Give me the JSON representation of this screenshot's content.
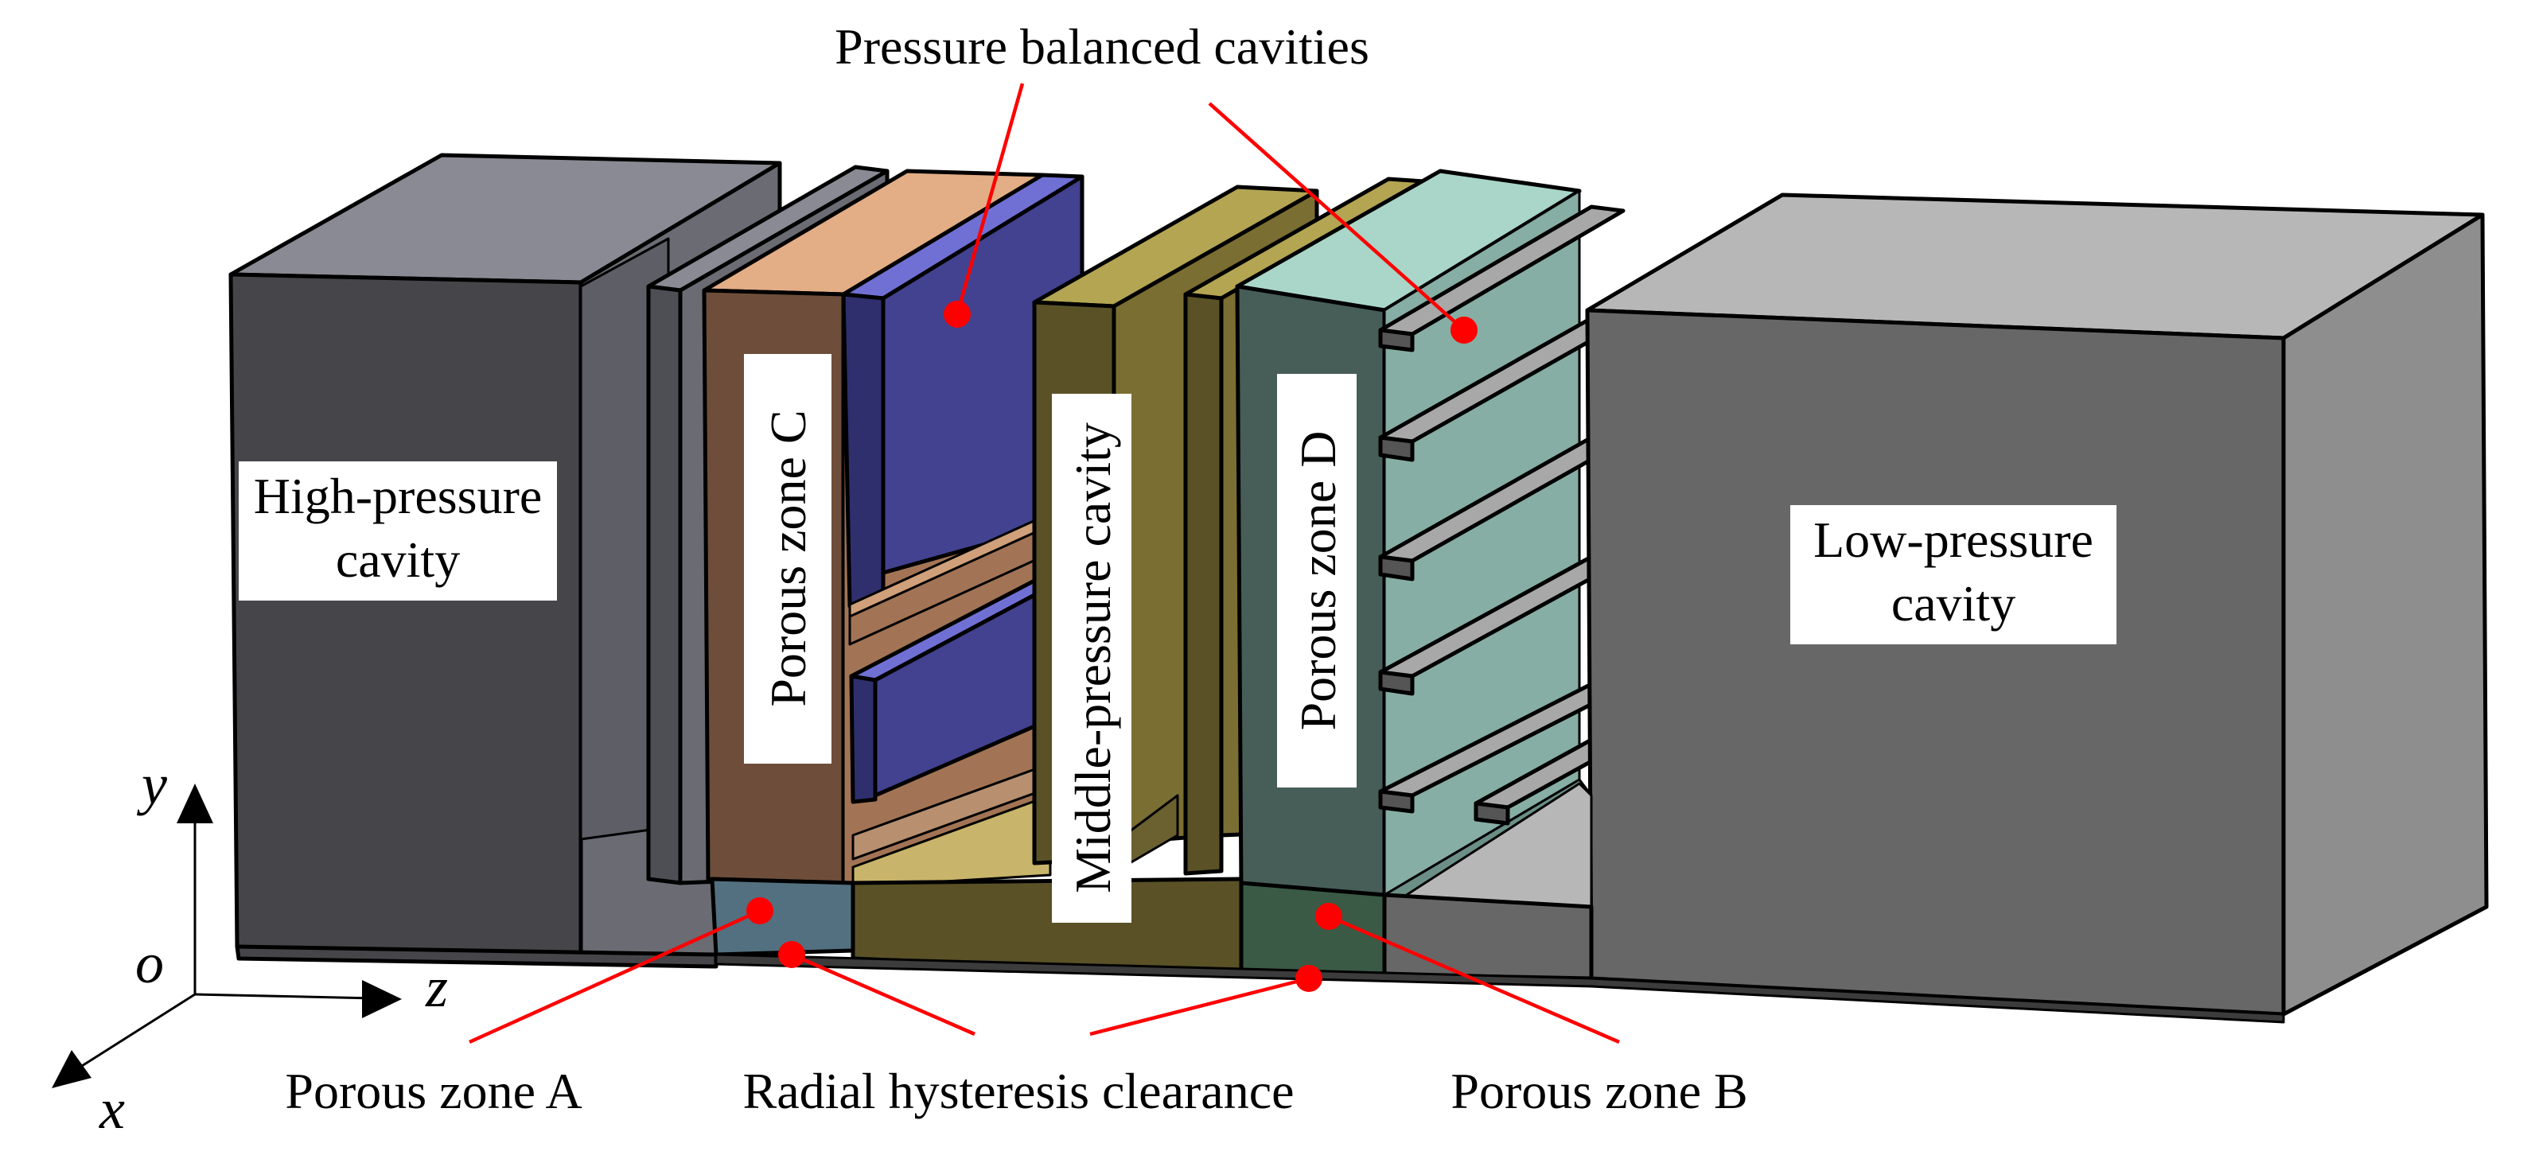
{
  "labels": {
    "top": "Pressure balanced cavities",
    "high_pressure_line1": "High-pressure",
    "high_pressure_line2": "cavity",
    "low_pressure_line1": "Low-pressure",
    "low_pressure_line2": "cavity",
    "porous_zone_c": "Porous zone C",
    "porous_zone_d": "Porous zone D",
    "middle_pressure": "Middle-pressure cavity",
    "porous_zone_a": "Porous zone A",
    "radial_clearance": "Radial hysteresis clearance",
    "porous_zone_b": "Porous zone B"
  },
  "axes": {
    "y": "y",
    "o": "o",
    "z": "z",
    "x": "x"
  },
  "colors": {
    "high_pressure_front": "#45454a",
    "high_pressure_top": "#8a8a94",
    "high_pressure_side": "#6b6b73",
    "porous_c_front": "#6e4e3a",
    "porous_c_top": "#e3ad86",
    "blue_front": "#424290",
    "blue_top": "#7070d4",
    "middle_front": "#5a5126",
    "middle_top": "#b3a552",
    "middle_side": "#7b6e32",
    "porous_d_front": "#475e58",
    "porous_d_top": "#a9d6c8",
    "teal_side": "#6b8f86",
    "low_pressure_front": "#676767",
    "low_pressure_top": "#b7b7b7",
    "low_pressure_side": "#8e8e8e",
    "leader": "#ff0000"
  }
}
